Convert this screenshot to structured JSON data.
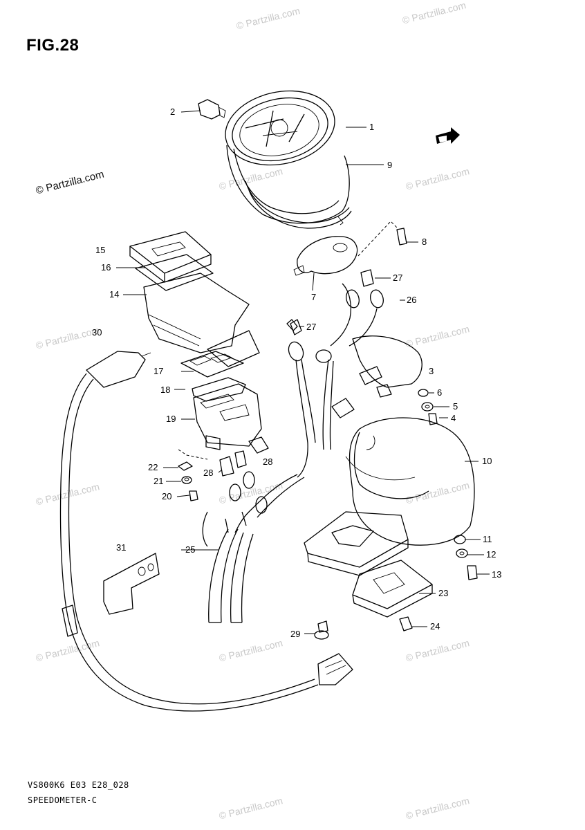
{
  "figure_title": "FIG.28",
  "footer": {
    "line1": "VS800K6 E03 E28_028",
    "line2": "SPEEDOMETER-C"
  },
  "watermark": "© Partzilla.com",
  "labels": {
    "p1": "1",
    "p2": "2",
    "p3": "3",
    "p4": "4",
    "p5": "5",
    "p6": "6",
    "p7": "7",
    "p8": "8",
    "p9": "9",
    "p10": "10",
    "p11": "11",
    "p12": "12",
    "p13": "13",
    "p14": "14",
    "p15": "15",
    "p16": "16",
    "p17": "17",
    "p18": "18",
    "p19": "19",
    "p20": "20",
    "p21": "21",
    "p22": "22",
    "p23": "23",
    "p24": "24",
    "p25": "25",
    "p26": "26",
    "p27a": "27",
    "p27b": "27",
    "p28a": "28",
    "p28b": "28",
    "p29": "29",
    "p30": "30",
    "p31": "31"
  },
  "icons": {
    "front_arrow": "front-direction-arrow-icon"
  }
}
